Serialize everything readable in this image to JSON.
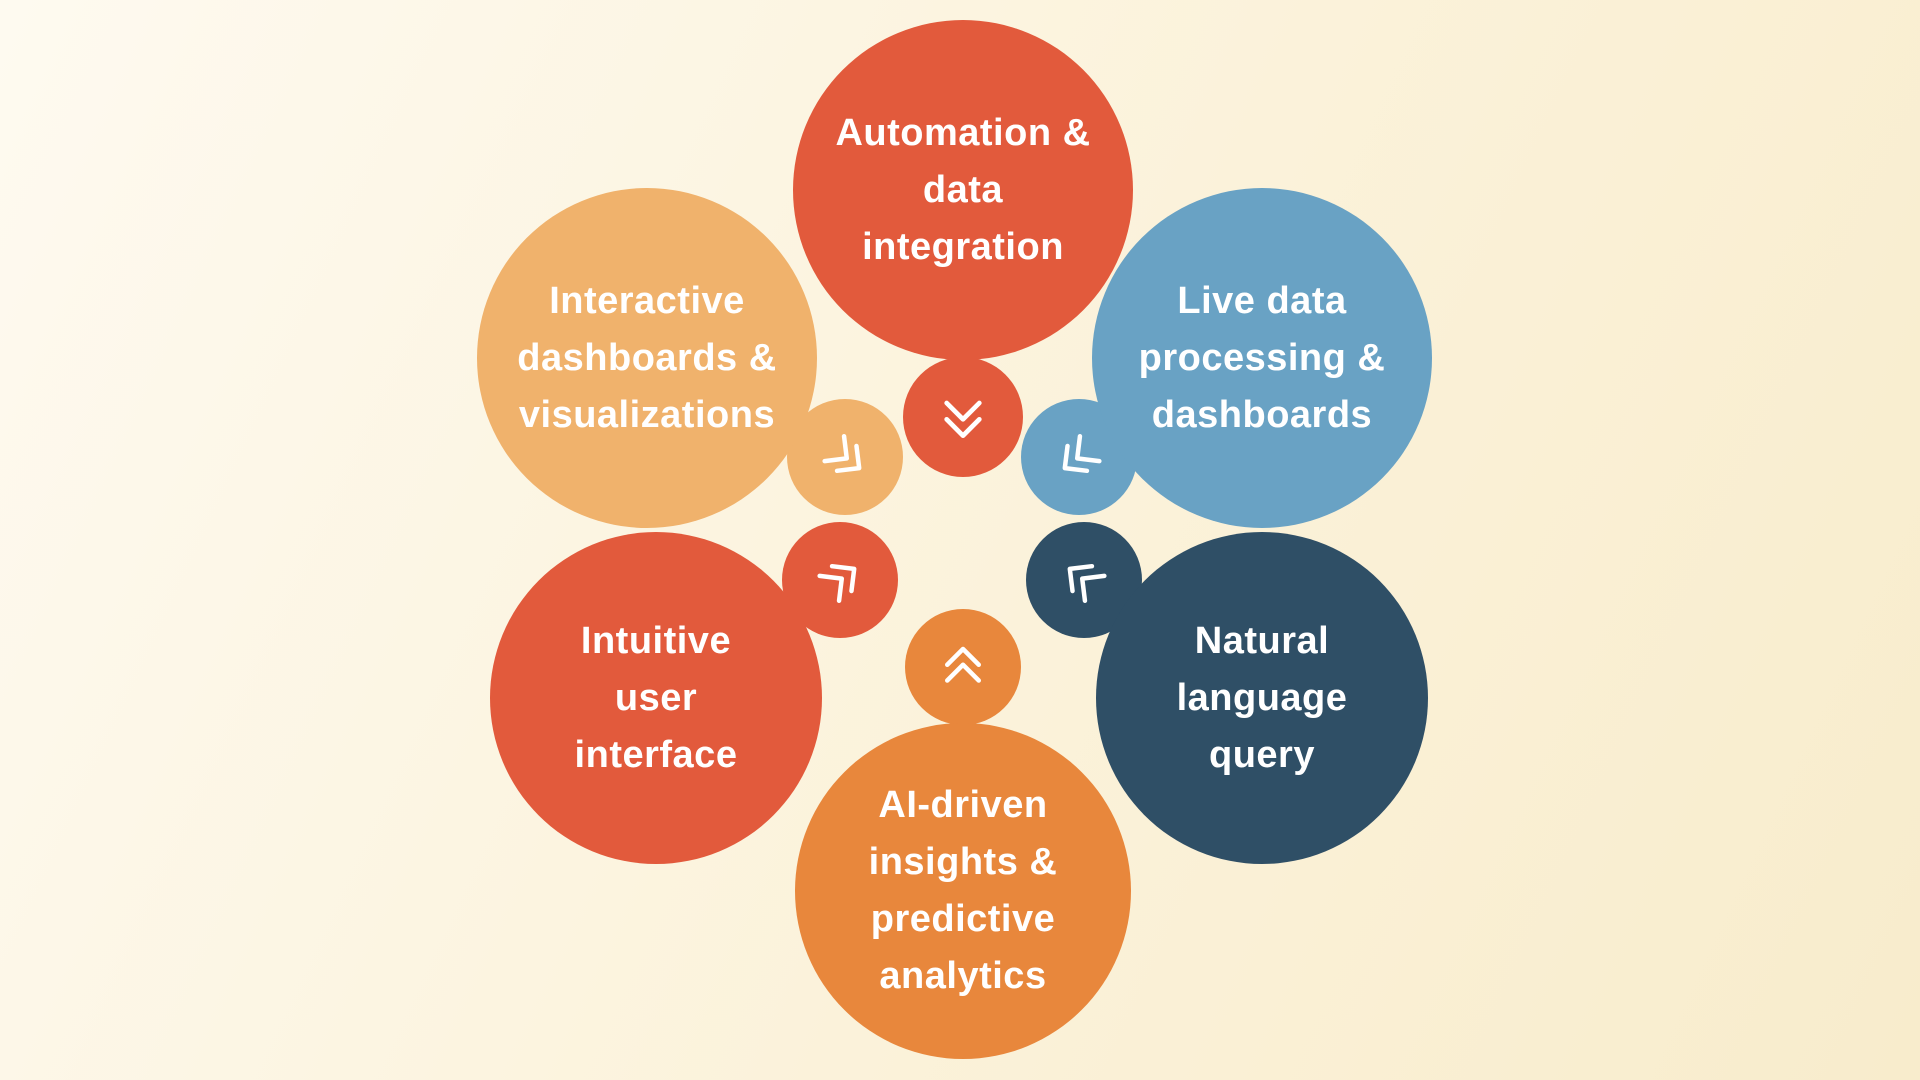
{
  "diagram": {
    "title": "",
    "background": {
      "from": "#FEFAF0",
      "mid": "#FBF2DA",
      "to": "#F8ECCC"
    },
    "text_color": "#FFFFFF",
    "nodes": [
      {
        "id": "automation-data-integration",
        "label": "Automation &\ndata\nintegration",
        "color": "#E25A3C",
        "icon": "double-chevron-down-icon",
        "chevron_deg": 90,
        "position": "top-center"
      },
      {
        "id": "live-data-processing-dashboards",
        "label": "Live data\nprocessing &\ndashboards",
        "color": "#69A2C4",
        "icon": "double-chevron-down-left-icon",
        "chevron_deg": 142,
        "position": "top-right"
      },
      {
        "id": "natural-language-query",
        "label": "Natural\nlanguage\nquery",
        "color": "#2F4F66",
        "icon": "double-chevron-up-left-icon",
        "chevron_deg": 218,
        "position": "bottom-right"
      },
      {
        "id": "ai-driven-insights-predictive-analytics",
        "label": "AI-driven\ninsights &\npredictive\nanalytics",
        "color": "#E8873C",
        "icon": "double-chevron-up-icon",
        "chevron_deg": 270,
        "position": "bottom-center"
      },
      {
        "id": "intuitive-user-interface",
        "label": "Intuitive\nuser\ninterface",
        "color": "#E25A3C",
        "icon": "double-chevron-up-right-icon",
        "chevron_deg": 322,
        "position": "bottom-left"
      },
      {
        "id": "interactive-dashboards-visualizations",
        "label": "Interactive\ndashboards &\nvisualizations",
        "color": "#F0B26C",
        "icon": "double-chevron-down-right-icon",
        "chevron_deg": 38,
        "position": "top-left"
      }
    ]
  }
}
